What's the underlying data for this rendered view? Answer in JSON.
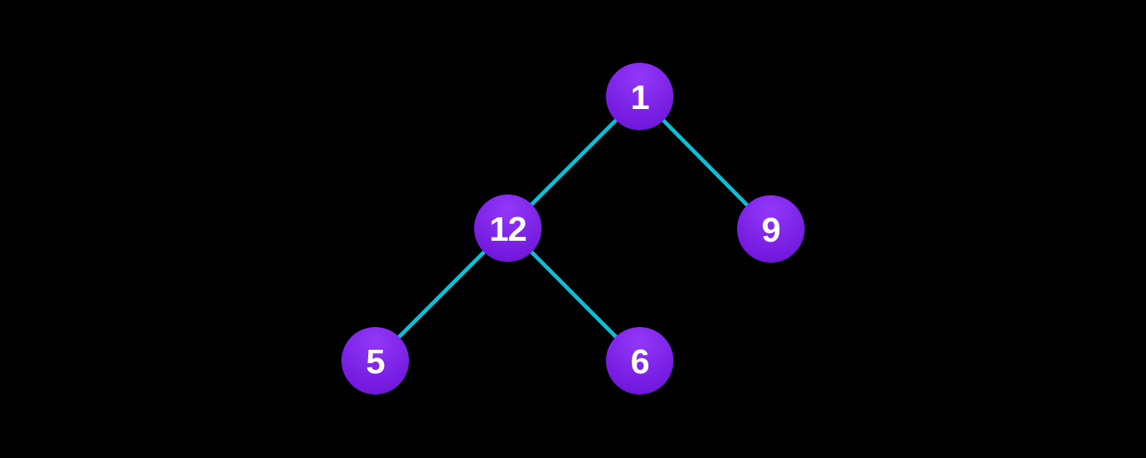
{
  "diagram": {
    "type": "binary-tree",
    "background_color": "#000000",
    "edge_color": "#12bdd4",
    "node_color_top": "#9138f8",
    "node_color_bottom": "#6b11d7",
    "label_color": "#ffffff",
    "nodes": [
      {
        "id": "root",
        "label": "1",
        "level": 0
      },
      {
        "id": "left",
        "label": "12",
        "level": 1
      },
      {
        "id": "right",
        "label": "9",
        "level": 1
      },
      {
        "id": "left-left",
        "label": "5",
        "level": 2
      },
      {
        "id": "left-right",
        "label": "6",
        "level": 2
      }
    ],
    "edges": [
      {
        "from": "1",
        "to": "12"
      },
      {
        "from": "1",
        "to": "9"
      },
      {
        "from": "12",
        "to": "5"
      },
      {
        "from": "12",
        "to": "6"
      }
    ],
    "tree": {
      "value": "1",
      "left": {
        "value": "12",
        "left": {
          "value": "5"
        },
        "right": {
          "value": "6"
        }
      },
      "right": {
        "value": "9"
      }
    }
  }
}
